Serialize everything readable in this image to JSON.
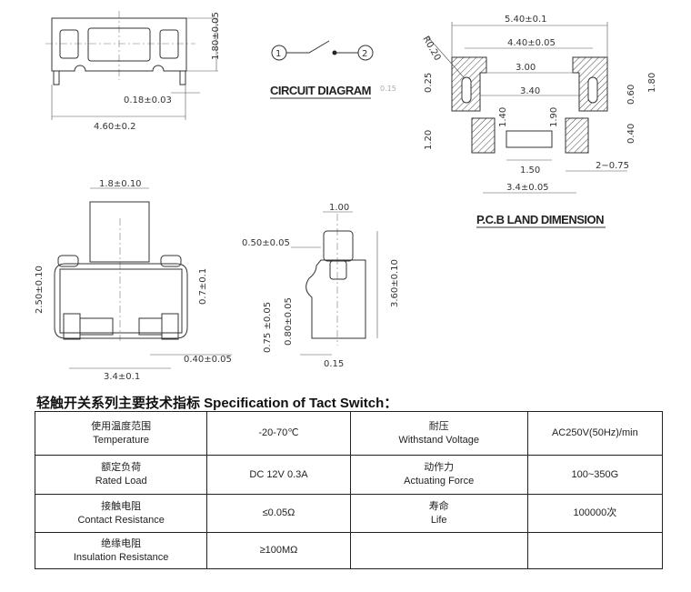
{
  "top_view": {
    "height_dim": "1.80±0.05",
    "width_dim": "4.60±0.2",
    "lead_dim": "0.18±0.03"
  },
  "circuit": {
    "pin1": "1",
    "pin2": "2",
    "title": "CIRCUIT DIAGRAM",
    "faint_dim": "0.15"
  },
  "pcb": {
    "title": "P.C.B LAND DIMENSION",
    "dims": {
      "w_total": "5.40±0.1",
      "w_outer": "4.40±0.05",
      "w_inner": "3.00",
      "w_mid": "3.40",
      "r": "R0.20",
      "h_top": "0.25",
      "h_pad": "1.20",
      "h_140": "1.40",
      "h_190": "1.90",
      "w_150": "1.50",
      "pitch": "3.4±0.05",
      "pad_w": "2−0.75",
      "h_060": "0.60",
      "h_180": "1.80",
      "h_040": "0.40"
    }
  },
  "front_view": {
    "act_w": "1.8±0.10",
    "height": "2.50±0.10",
    "foot_h": "0.7±0.1",
    "lead_w": "0.40±0.05",
    "pitch": "3.4±0.1"
  },
  "side_view": {
    "top_w": "1.00",
    "step": "0.50±0.05",
    "d075": "0.75 ±0.05",
    "d080": "0.80±0.05",
    "d015": "0.15",
    "height": "3.60±0.10"
  },
  "spec": {
    "title": "轻触开关系列主要技术指标 Specification of Tact Switch：",
    "rows": [
      [
        {
          "zh": "使用温度范围",
          "en": "Temperature"
        },
        {
          "v": "-20-70℃"
        },
        {
          "zh": "耐压",
          "en": "Withstand Voltage"
        },
        {
          "v": "AC250V(50Hz)/min"
        }
      ],
      [
        {
          "zh": "额定负荷",
          "en": "Rated Load"
        },
        {
          "v": "DC 12V 0.3A"
        },
        {
          "zh": "动作力",
          "en": "Actuating Force"
        },
        {
          "v": "100~350G"
        }
      ],
      [
        {
          "zh": "接触电阻",
          "en": "Contact Resistance"
        },
        {
          "v": "≤0.05Ω"
        },
        {
          "zh": "寿命",
          "en": "Life"
        },
        {
          "v": "100000次"
        }
      ],
      [
        {
          "zh": "绝缘电阻",
          "en": "Insulation Resistance"
        },
        {
          "v": "≥100MΩ"
        },
        {
          "zh": "",
          "en": ""
        },
        {
          "v": ""
        }
      ]
    ]
  }
}
